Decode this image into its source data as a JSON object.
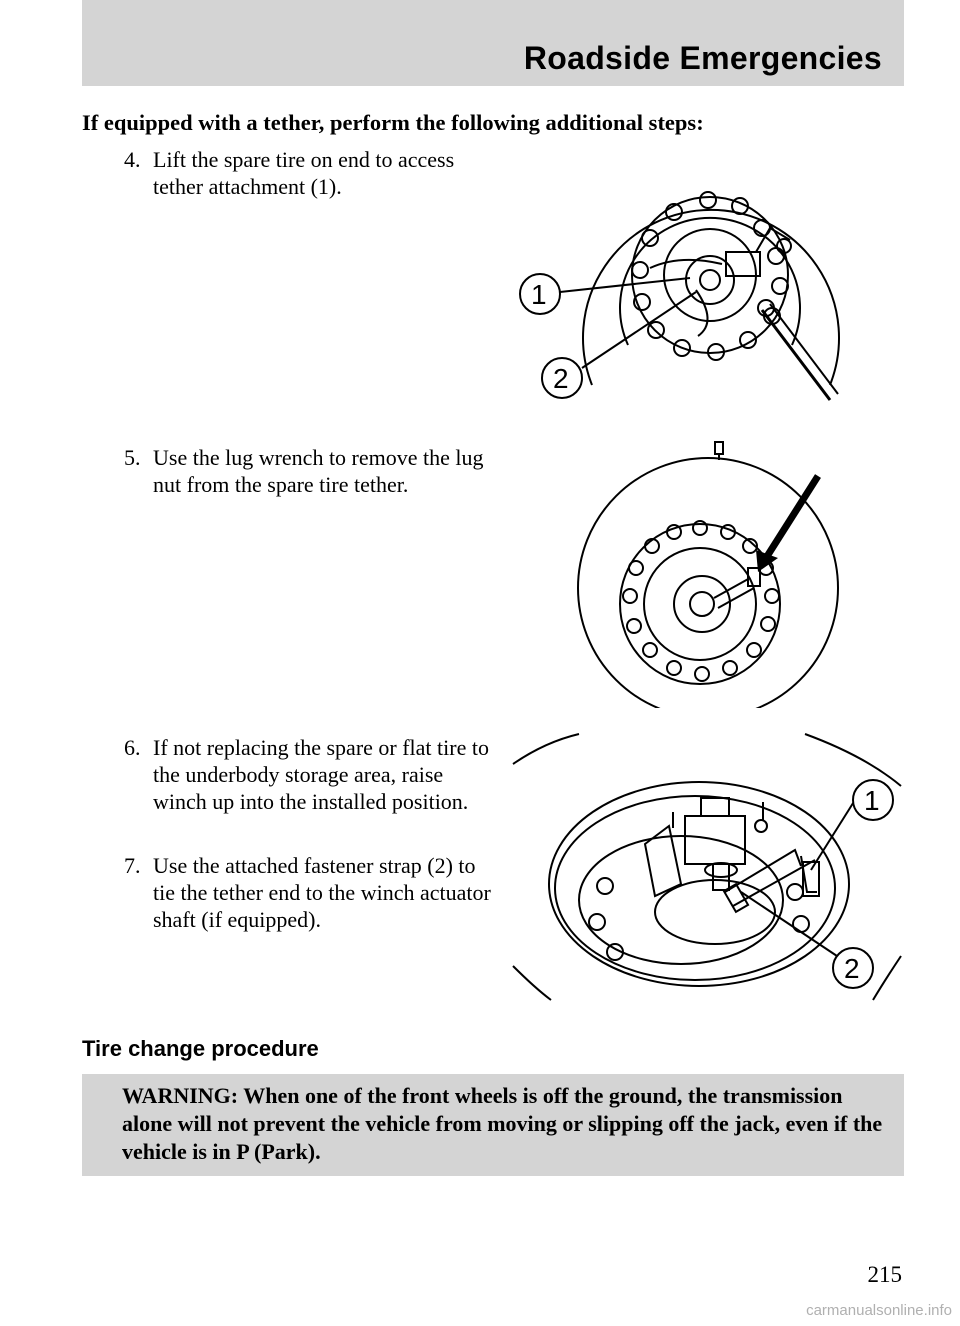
{
  "header": {
    "title": "Roadside Emergencies"
  },
  "intro": "If equipped with a tether, perform the following additional steps:",
  "steps": [
    {
      "num": "4.",
      "text": "Lift the spare tire on end to access tether attachment (1)."
    },
    {
      "num": "5.",
      "text": "Use the lug wrench to remove the lug nut from the spare tire tether."
    },
    {
      "num": "6.",
      "text": "If not replacing the spare or flat tire to the underbody storage area, raise winch up into the installed position."
    },
    {
      "num": "7.",
      "text": "Use the attached fastener strap (2) to tie the tether end to the winch actuator shaft (if equipped)."
    }
  ],
  "figures": {
    "fig1": {
      "callouts": [
        "1",
        "2"
      ]
    },
    "fig3": {
      "callouts": [
        "1",
        "2"
      ]
    }
  },
  "section_heading": "Tire change procedure",
  "warning": "WARNING: When one of the front wheels is off the ground, the transmission alone will not prevent the vehicle from moving or slipping off the jack, even if the vehicle is in P (Park).",
  "page_number": "215",
  "footer": "carmanualsonline.info"
}
